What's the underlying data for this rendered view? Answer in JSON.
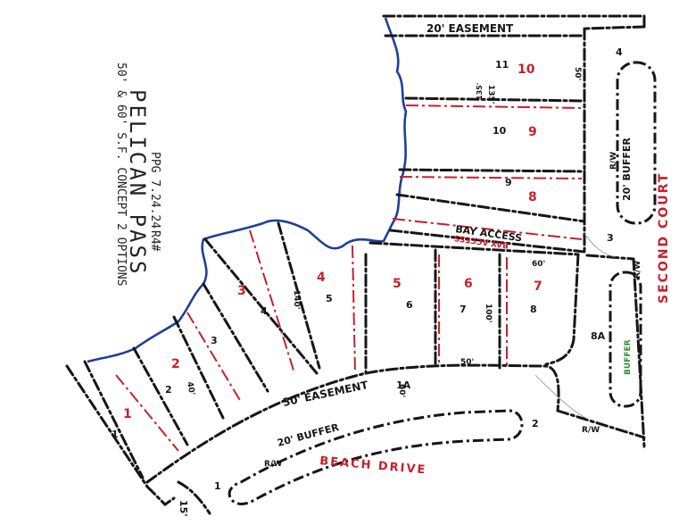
{
  "title": "PELICAN PASS",
  "subtitle": "50' & 60' S.F. CONCEPT 2 OPTIONS",
  "date_line": "PPG 7.24.24",
  "initials": "R4#",
  "streets": {
    "beach_drive": "BEACH DRIVE",
    "second_court": "SECOND COURT"
  },
  "easements": {
    "top": "20' EASEMENT",
    "middle": "30' EASEMENT"
  },
  "buffers": {
    "lower": "20' BUFFER",
    "right": "20' BUFFER",
    "green": "BUFFER"
  },
  "bay_access": {
    "main": "BAY ACCESS",
    "faint": "BAY ACCESS"
  },
  "row_labels": [
    "R/W",
    "R/W",
    "R/W",
    "R/W"
  ],
  "dimensions": [
    "135'",
    "50'",
    "140'",
    "100'",
    "50'",
    "60'",
    "40'",
    "60'",
    "15'",
    "135'"
  ],
  "black_lot_numbers": [
    "1",
    "2",
    "3",
    "4",
    "5",
    "6",
    "7",
    "8",
    "8A",
    "9",
    "10",
    "11",
    "1",
    "2",
    "3",
    "4",
    "1A"
  ],
  "red_lot_numbers": [
    "1",
    "2",
    "3",
    "4",
    "5",
    "6",
    "7",
    "8",
    "9",
    "10"
  ],
  "colors": {
    "ink": "#161616",
    "red": "#c8202a",
    "blue": "#1f3f9a",
    "green": "#2e8b3a"
  }
}
